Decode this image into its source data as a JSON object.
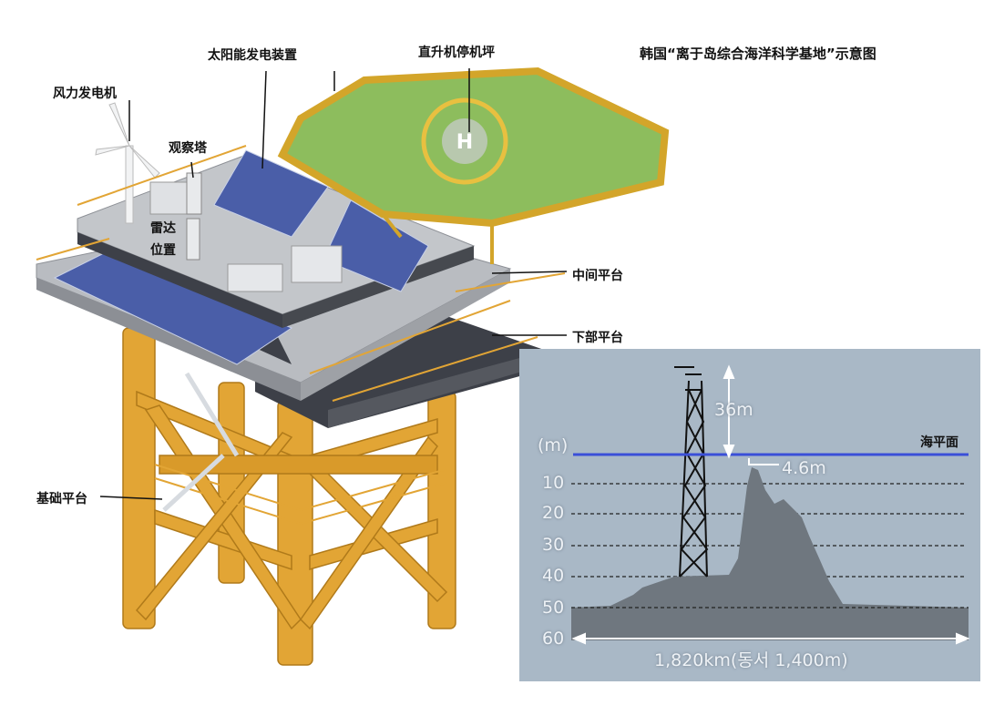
{
  "title": "韩国“离于岛综合海洋科学基地”示意图",
  "labels": {
    "wind": "风力发电机",
    "solar": "太阳能发电装置",
    "heliport": "直升机停机坪",
    "tower": "观察塔",
    "radar_1": "雷达",
    "radar_2": "位置",
    "middle": "中间平台",
    "lower": "下部平台",
    "foundation": "基础平台",
    "heliport_mark": "H"
  },
  "inset": {
    "unit": "(m)",
    "sea_level": "海平面",
    "height_above": "36m",
    "peak_depth": "4.6m",
    "depth_ticks": [
      "10",
      "20",
      "30",
      "40",
      "50",
      "60"
    ],
    "width_label": "1,820km(동서 1,400m)"
  },
  "colors": {
    "sea_line": "#3a4fd8",
    "inset_bg": "#a9b8c6",
    "rock": "#6f777f",
    "leg": "#e2a535",
    "heliport": "#8dbd5d",
    "panel": "#4a5ea8"
  }
}
